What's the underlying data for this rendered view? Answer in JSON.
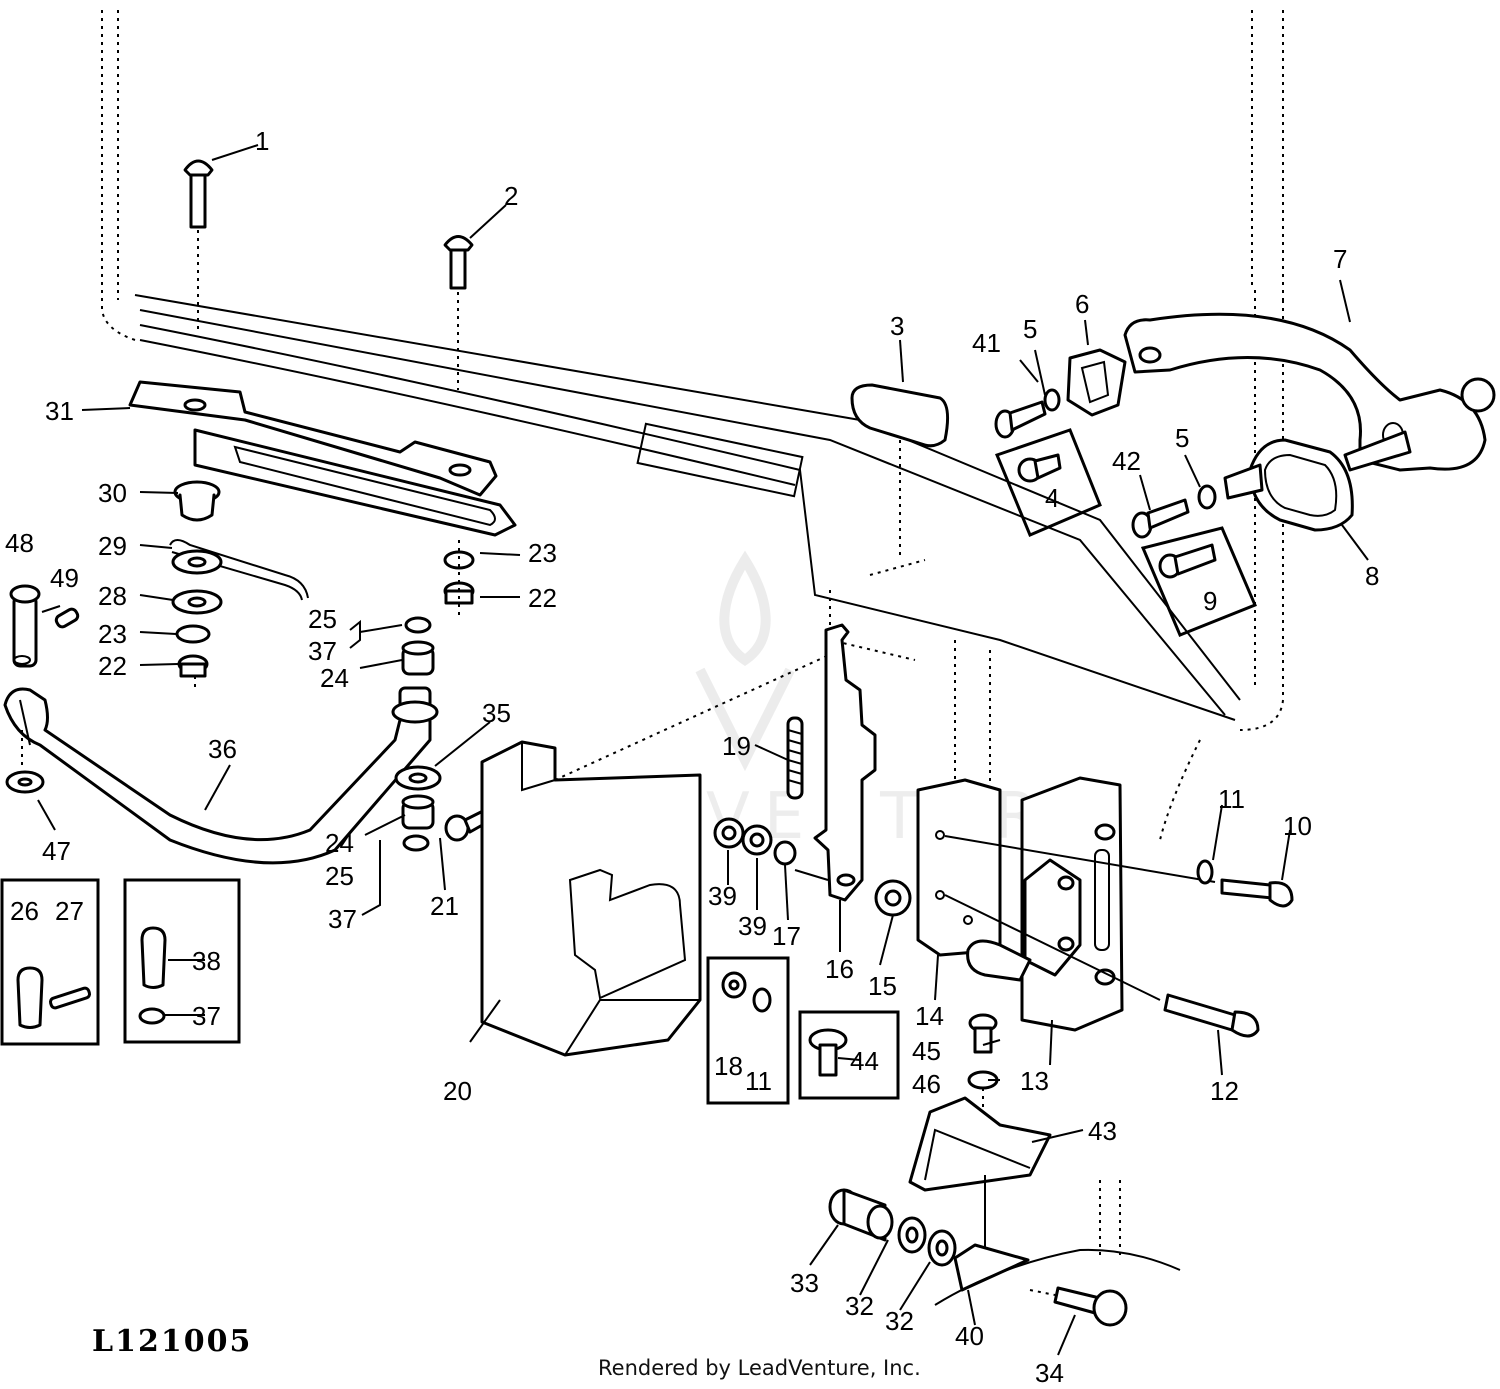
{
  "diagram": {
    "figure_id": "L121005",
    "footer": "Rendered by LeadVenture, Inc.",
    "watermark": "LEADVENTURE",
    "callouts": {
      "c1": "1",
      "c2": "2",
      "c3": "3",
      "c4": "4",
      "c5a": "5",
      "c5b": "5",
      "c6": "6",
      "c7": "7",
      "c8": "8",
      "c9": "9",
      "c10": "10",
      "c11a": "11",
      "c11b": "11",
      "c12": "12",
      "c13": "13",
      "c14": "14",
      "c15": "15",
      "c16": "16",
      "c17": "17",
      "c18": "18",
      "c19": "19",
      "c20": "20",
      "c21": "21",
      "c22a": "22",
      "c22b": "22",
      "c23a": "23",
      "c23b": "23",
      "c24a": "24",
      "c24b": "24",
      "c25a": "25",
      "c25b": "25",
      "c26": "26",
      "c27": "27",
      "c28": "28",
      "c29": "29",
      "c30": "30",
      "c31": "31",
      "c32a": "32",
      "c32b": "32",
      "c33": "33",
      "c34": "34",
      "c35": "35",
      "c36": "36",
      "c37a": "37",
      "c37b": "37",
      "c37c": "37",
      "c38": "38",
      "c39a": "39",
      "c39b": "39",
      "c40": "40",
      "c41": "41",
      "c42": "42",
      "c43": "43",
      "c44": "44",
      "c45": "45",
      "c46": "46",
      "c47": "47",
      "c48": "48",
      "c49": "49"
    }
  }
}
